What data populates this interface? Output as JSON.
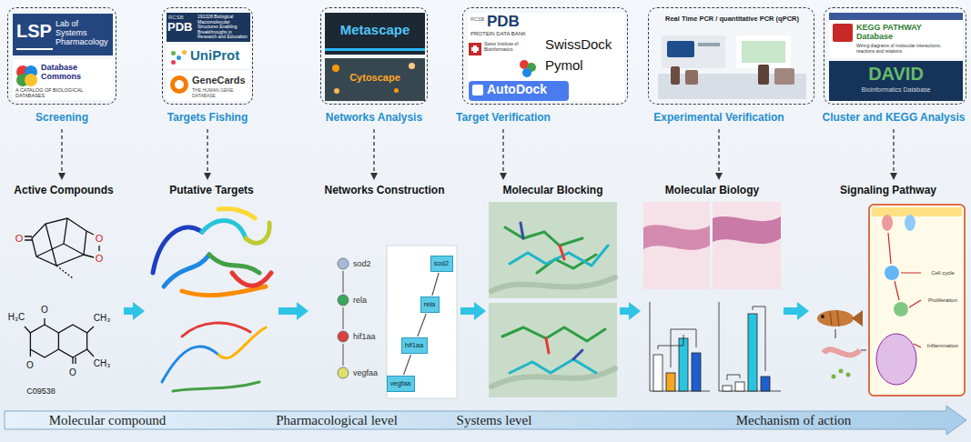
{
  "diagram": {
    "nodes": [
      {
        "text": [
          "LSP",
          "Lab of Systems Pharmacology",
          "Database Commons",
          "A CATALOG OF BIOLOGICAL DATABASES",
          "Screening"
        ]
      },
      {
        "text": [
          "RCSB",
          "PDB",
          "191328 Biological Macromolecular Structures Enabling Breakthroughs in Research and Education",
          "UniProt",
          "GeneCards",
          "THE HUMAN GENE DATABASE",
          "Targets Fishing"
        ]
      },
      {
        "text": [
          "Metascape",
          "Cytoscape",
          "Networks Analysis"
        ]
      },
      {
        "text": [
          "RCSB",
          "PDB",
          "PROTEIN DATA BANK",
          "Swiss Institute of Bioinformatics",
          "SwissDock",
          "Pymol",
          "AutoDock",
          "Target Verification"
        ]
      },
      {
        "text": [
          "Real Time PCR / quantitative PCR (qPCR)",
          "Experimental Verification"
        ]
      },
      {
        "text": [
          "KEGG PATHWAY Database",
          "Wiring diagrams of molecular interactions, reactions and relations",
          "DAVID",
          "Bioinformatics Database",
          "Cluster and KEGG Analysis"
        ]
      },
      {
        "text": [
          "Active Compounds"
        ]
      },
      {
        "text": [
          "Putative Targets"
        ]
      },
      {
        "text": [
          "Networks Construction"
        ]
      },
      {
        "text": [
          "Molecular Blocking"
        ]
      },
      {
        "text": [
          "Molecular Biology"
        ]
      },
      {
        "text": [
          "Signaling Pathway"
        ]
      },
      {
        "text": [
          "sod2"
        ],
        "in": 8
      },
      {
        "text": [
          "rela"
        ],
        "in": 8
      },
      {
        "text": [
          "hif1aa"
        ],
        "in": 8
      },
      {
        "text": [
          "vegfaa"
        ],
        "in": 8
      },
      {
        "text": [
          "sod2"
        ],
        "in": 8
      },
      {
        "text": [
          "rela"
        ],
        "in": 8
      },
      {
        "text": [
          "hif1aa"
        ],
        "in": 8
      },
      {
        "text": [
          "vegfaa"
        ],
        "in": 8
      }
    ],
    "edges": [
      {
        "from": 0,
        "to": 6,
        "arrow": "to"
      },
      {
        "from": 1,
        "to": 7,
        "arrow": "to"
      },
      {
        "from": 2,
        "to": 8,
        "arrow": "to"
      },
      {
        "from": 3,
        "to": 9,
        "arrow": "to"
      },
      {
        "from": 4,
        "to": 10,
        "arrow": "to"
      },
      {
        "from": 5,
        "to": 11,
        "arrow": "to"
      },
      {
        "from": 6,
        "to": 7,
        "arrow": "to"
      },
      {
        "from": 7,
        "to": 8,
        "arrow": "to"
      },
      {
        "from": 8,
        "to": 9,
        "arrow": "to"
      },
      {
        "from": 9,
        "to": 10,
        "arrow": "to"
      },
      {
        "from": 10,
        "to": 11,
        "arrow": "to"
      },
      {
        "from": 12,
        "to": 13,
        "arrow": "none"
      },
      {
        "from": 13,
        "to": 14,
        "arrow": "none"
      },
      {
        "from": 14,
        "to": 15,
        "arrow": "none"
      },
      {
        "from": 16,
        "to": 17,
        "arrow": "none"
      },
      {
        "from": 17,
        "to": 18,
        "arrow": "none"
      },
      {
        "from": 18,
        "to": 19,
        "arrow": "none"
      }
    ],
    "labels": [
      "O",
      "O",
      "O",
      "H₃C",
      "CH₃",
      "CH₃",
      "O",
      "O",
      "O",
      "C09538",
      "Molecular compound",
      "Pharmacological level",
      "Systems level",
      "Mechanism of action",
      "Cell cycle",
      "Proliferation",
      "Inflammation"
    ]
  }
}
